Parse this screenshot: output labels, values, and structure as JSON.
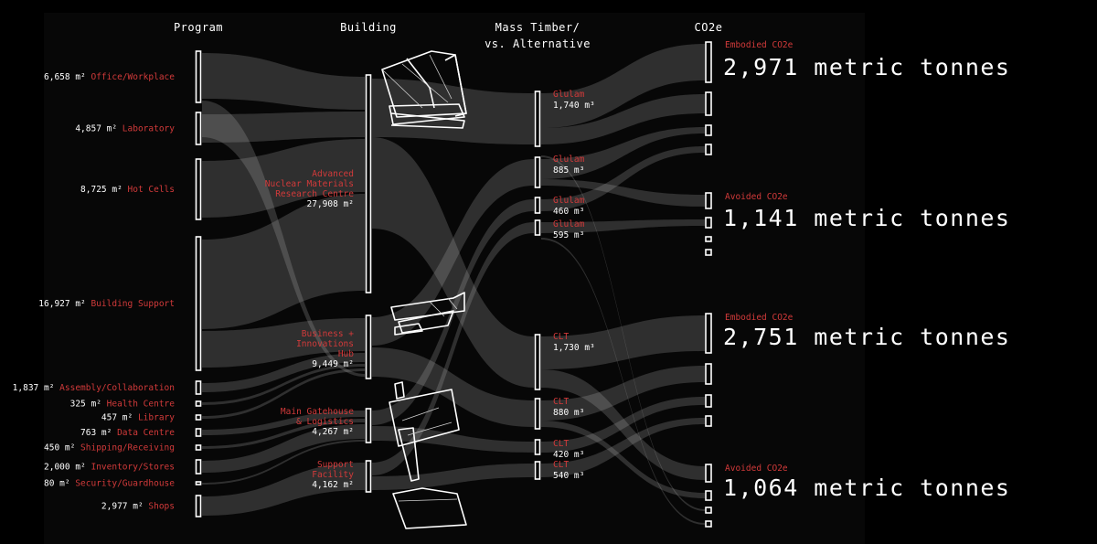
{
  "headers": {
    "program": "Program",
    "building": "Building",
    "material_line1": "Mass Timber/",
    "material_line2": "vs. Alternative",
    "co2": "CO2e"
  },
  "program": [
    {
      "area": "6,658 m²",
      "name": "Office/Workplace"
    },
    {
      "area": "4,857 m²",
      "name": "Laboratory"
    },
    {
      "area": "8,725 m²",
      "name": "Hot Cells"
    },
    {
      "area": "16,927 m²",
      "name": "Building Support"
    },
    {
      "area": "1,837 m²",
      "name": "Assembly/Collaboration"
    },
    {
      "area": "325 m²",
      "name": "Health Centre"
    },
    {
      "area": "457 m²",
      "name": "Library"
    },
    {
      "area": "763 m²",
      "name": "Data Centre"
    },
    {
      "area": "450 m²",
      "name": "Shipping/Receiving"
    },
    {
      "area": "2,000 m²",
      "name": "Inventory/Stores"
    },
    {
      "area": "80 m²",
      "name": "Security/Guardhouse"
    },
    {
      "area": "2,977 m²",
      "name": "Shops"
    }
  ],
  "buildings": [
    {
      "name_lines": [
        "Advanced",
        "Nuclear Materials",
        "Research Centre"
      ],
      "area": "27,908 m²"
    },
    {
      "name_lines": [
        "Business +",
        "Innovations",
        "Hub"
      ],
      "area": "9,449 m²"
    },
    {
      "name_lines": [
        "Main Gatehouse",
        "& Logistics"
      ],
      "area": "4,267 m²"
    },
    {
      "name_lines": [
        "Support",
        "Facility"
      ],
      "area": "4,162 m²"
    }
  ],
  "materials": [
    {
      "type": "Glulam",
      "volume": "1,740 m³"
    },
    {
      "type": "Glulam",
      "volume": "885 m³"
    },
    {
      "type": "Glulam",
      "volume": "460 m³"
    },
    {
      "type": "Glulam",
      "volume": "595 m³"
    },
    {
      "type": "CLT",
      "volume": "1,730 m³"
    },
    {
      "type": "CLT",
      "volume": "880 m³"
    },
    {
      "type": "CLT",
      "volume": "420 m³"
    },
    {
      "type": "CLT",
      "volume": "540 m³"
    }
  ],
  "co2": [
    {
      "label": "Embodied CO2e",
      "value": "2,971 metric tonnes"
    },
    {
      "label": "Avoided CO2e",
      "value": "1,141 metric tonnes"
    },
    {
      "label": "Embodied CO2e",
      "value": "2,751 metric tonnes"
    },
    {
      "label": "Avoided CO2e",
      "value": "1,064 metric tonnes"
    }
  ],
  "colors": {
    "background": "#000000",
    "accent_red": "#d23a3a",
    "text": "#ffffff",
    "flow": "#bdbdbd"
  }
}
